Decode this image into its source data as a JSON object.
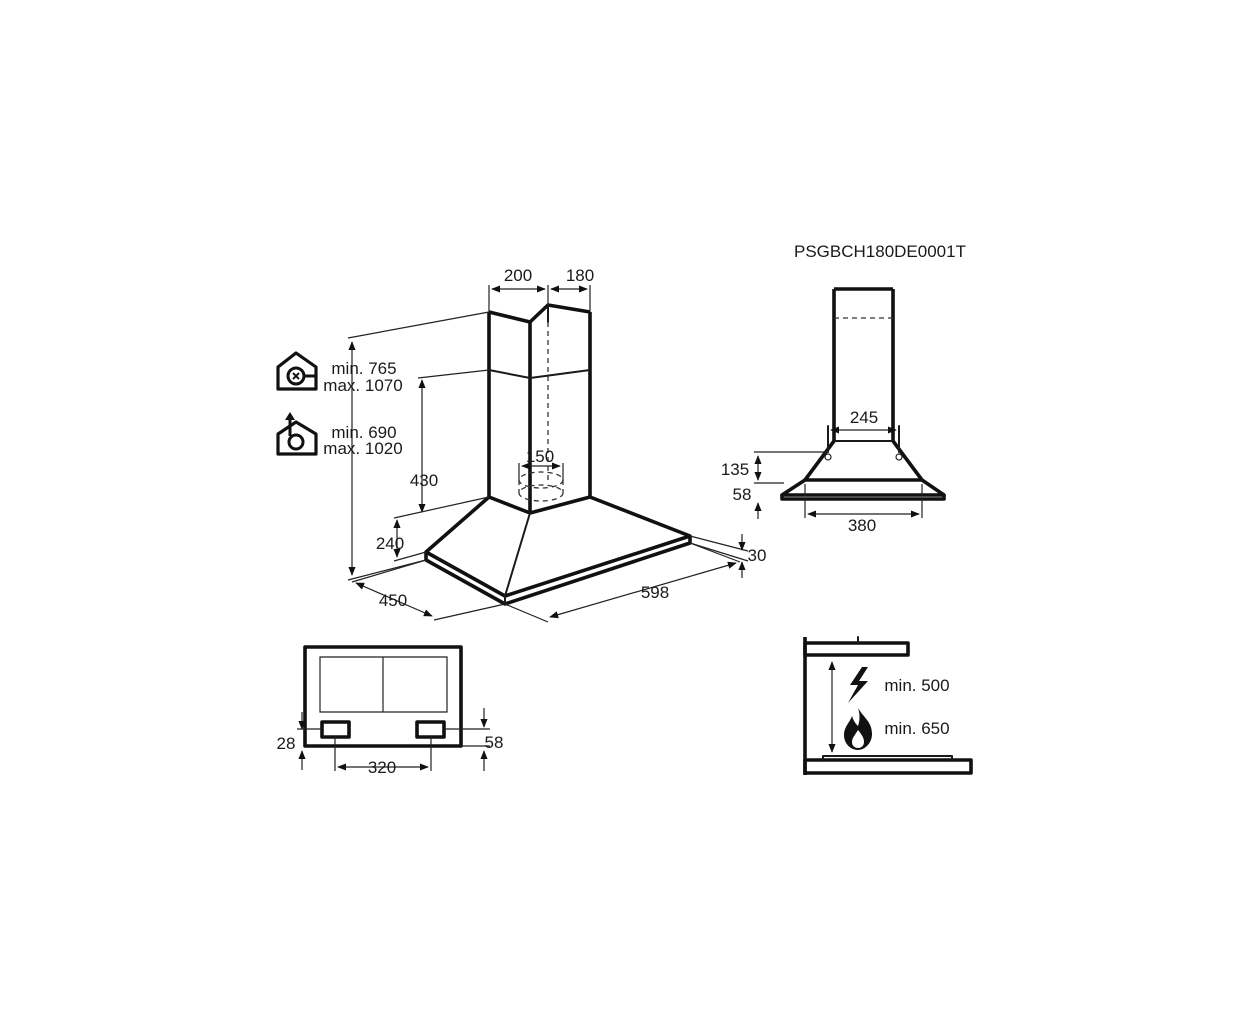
{
  "model_code": "PSGBCH180DE0001T",
  "main_view": {
    "chimney_width": "200",
    "chimney_depth": "180",
    "duct_diameter": "150",
    "chimney_lower_height": "430",
    "canopy_height": "240",
    "hood_depth": "450",
    "hood_width": "598",
    "front_edge_height": "30",
    "extraction_mode": {
      "icon": "extraction-house-icon",
      "min": "min. 765",
      "max": "max. 1070"
    },
    "recirculation_mode": {
      "icon": "recirculation-house-icon",
      "min": "min. 690",
      "max": "max. 1020"
    }
  },
  "side_view": {
    "chimney_width": "245",
    "bracket_height": "135",
    "bracket_offset": "58",
    "hole_distance": "380"
  },
  "bottom_view": {
    "left_offset": "28",
    "right_offset": "58",
    "hole_spacing": "320"
  },
  "install_view": {
    "electric_hob": {
      "icon": "lightning-icon",
      "text": "min. 500"
    },
    "gas_hob": {
      "icon": "flame-icon",
      "text": "min. 650"
    }
  }
}
